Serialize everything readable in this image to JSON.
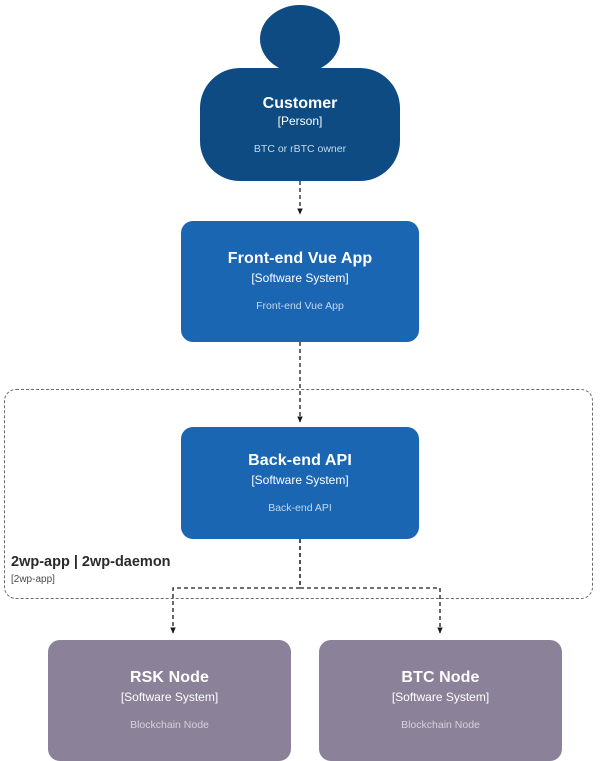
{
  "diagram": {
    "kind": "c4-system-context",
    "background": "#ffffff",
    "palette": {
      "person_fill": "#0d4b82",
      "system_fill": "#1a66b3",
      "external_fill": "#8b8299",
      "system_desc_text": "#c5d8ea",
      "external_desc_text": "#d6d2db",
      "person_desc_text": "#c5d8ea",
      "boundary_stroke": "#6b6b6b",
      "arrow_stroke": "#1a1a1a",
      "title_text": "#ffffff"
    }
  },
  "nodes": {
    "customer": {
      "title": "Customer",
      "type": "[Person]",
      "description": "BTC or rBTC owner",
      "shape": "person"
    },
    "frontend": {
      "title": "Front-end Vue App",
      "type": "[Software System]",
      "description": "Front-end Vue App",
      "shape": "box"
    },
    "backend": {
      "title": "Back-end API",
      "type": "[Software System]",
      "description": "Back-end API",
      "shape": "box"
    },
    "rsk_node": {
      "title": "RSK Node",
      "type": "[Software System]",
      "description": "Blockchain Node",
      "shape": "box"
    },
    "btc_node": {
      "title": "BTC Node",
      "type": "[Software System]",
      "description": "Blockchain Node",
      "shape": "box"
    }
  },
  "boundary": {
    "name": "2wp-app | 2wp-daemon",
    "type": "[2wp-app]"
  },
  "relationships": [
    {
      "from": "customer",
      "to": "frontend",
      "style": "dashed-arrow"
    },
    {
      "from": "frontend",
      "to": "backend",
      "style": "dashed-arrow"
    },
    {
      "from": "backend",
      "to": "rsk_node",
      "style": "dashed-arrow"
    },
    {
      "from": "backend",
      "to": "btc_node",
      "style": "dashed-arrow"
    }
  ]
}
